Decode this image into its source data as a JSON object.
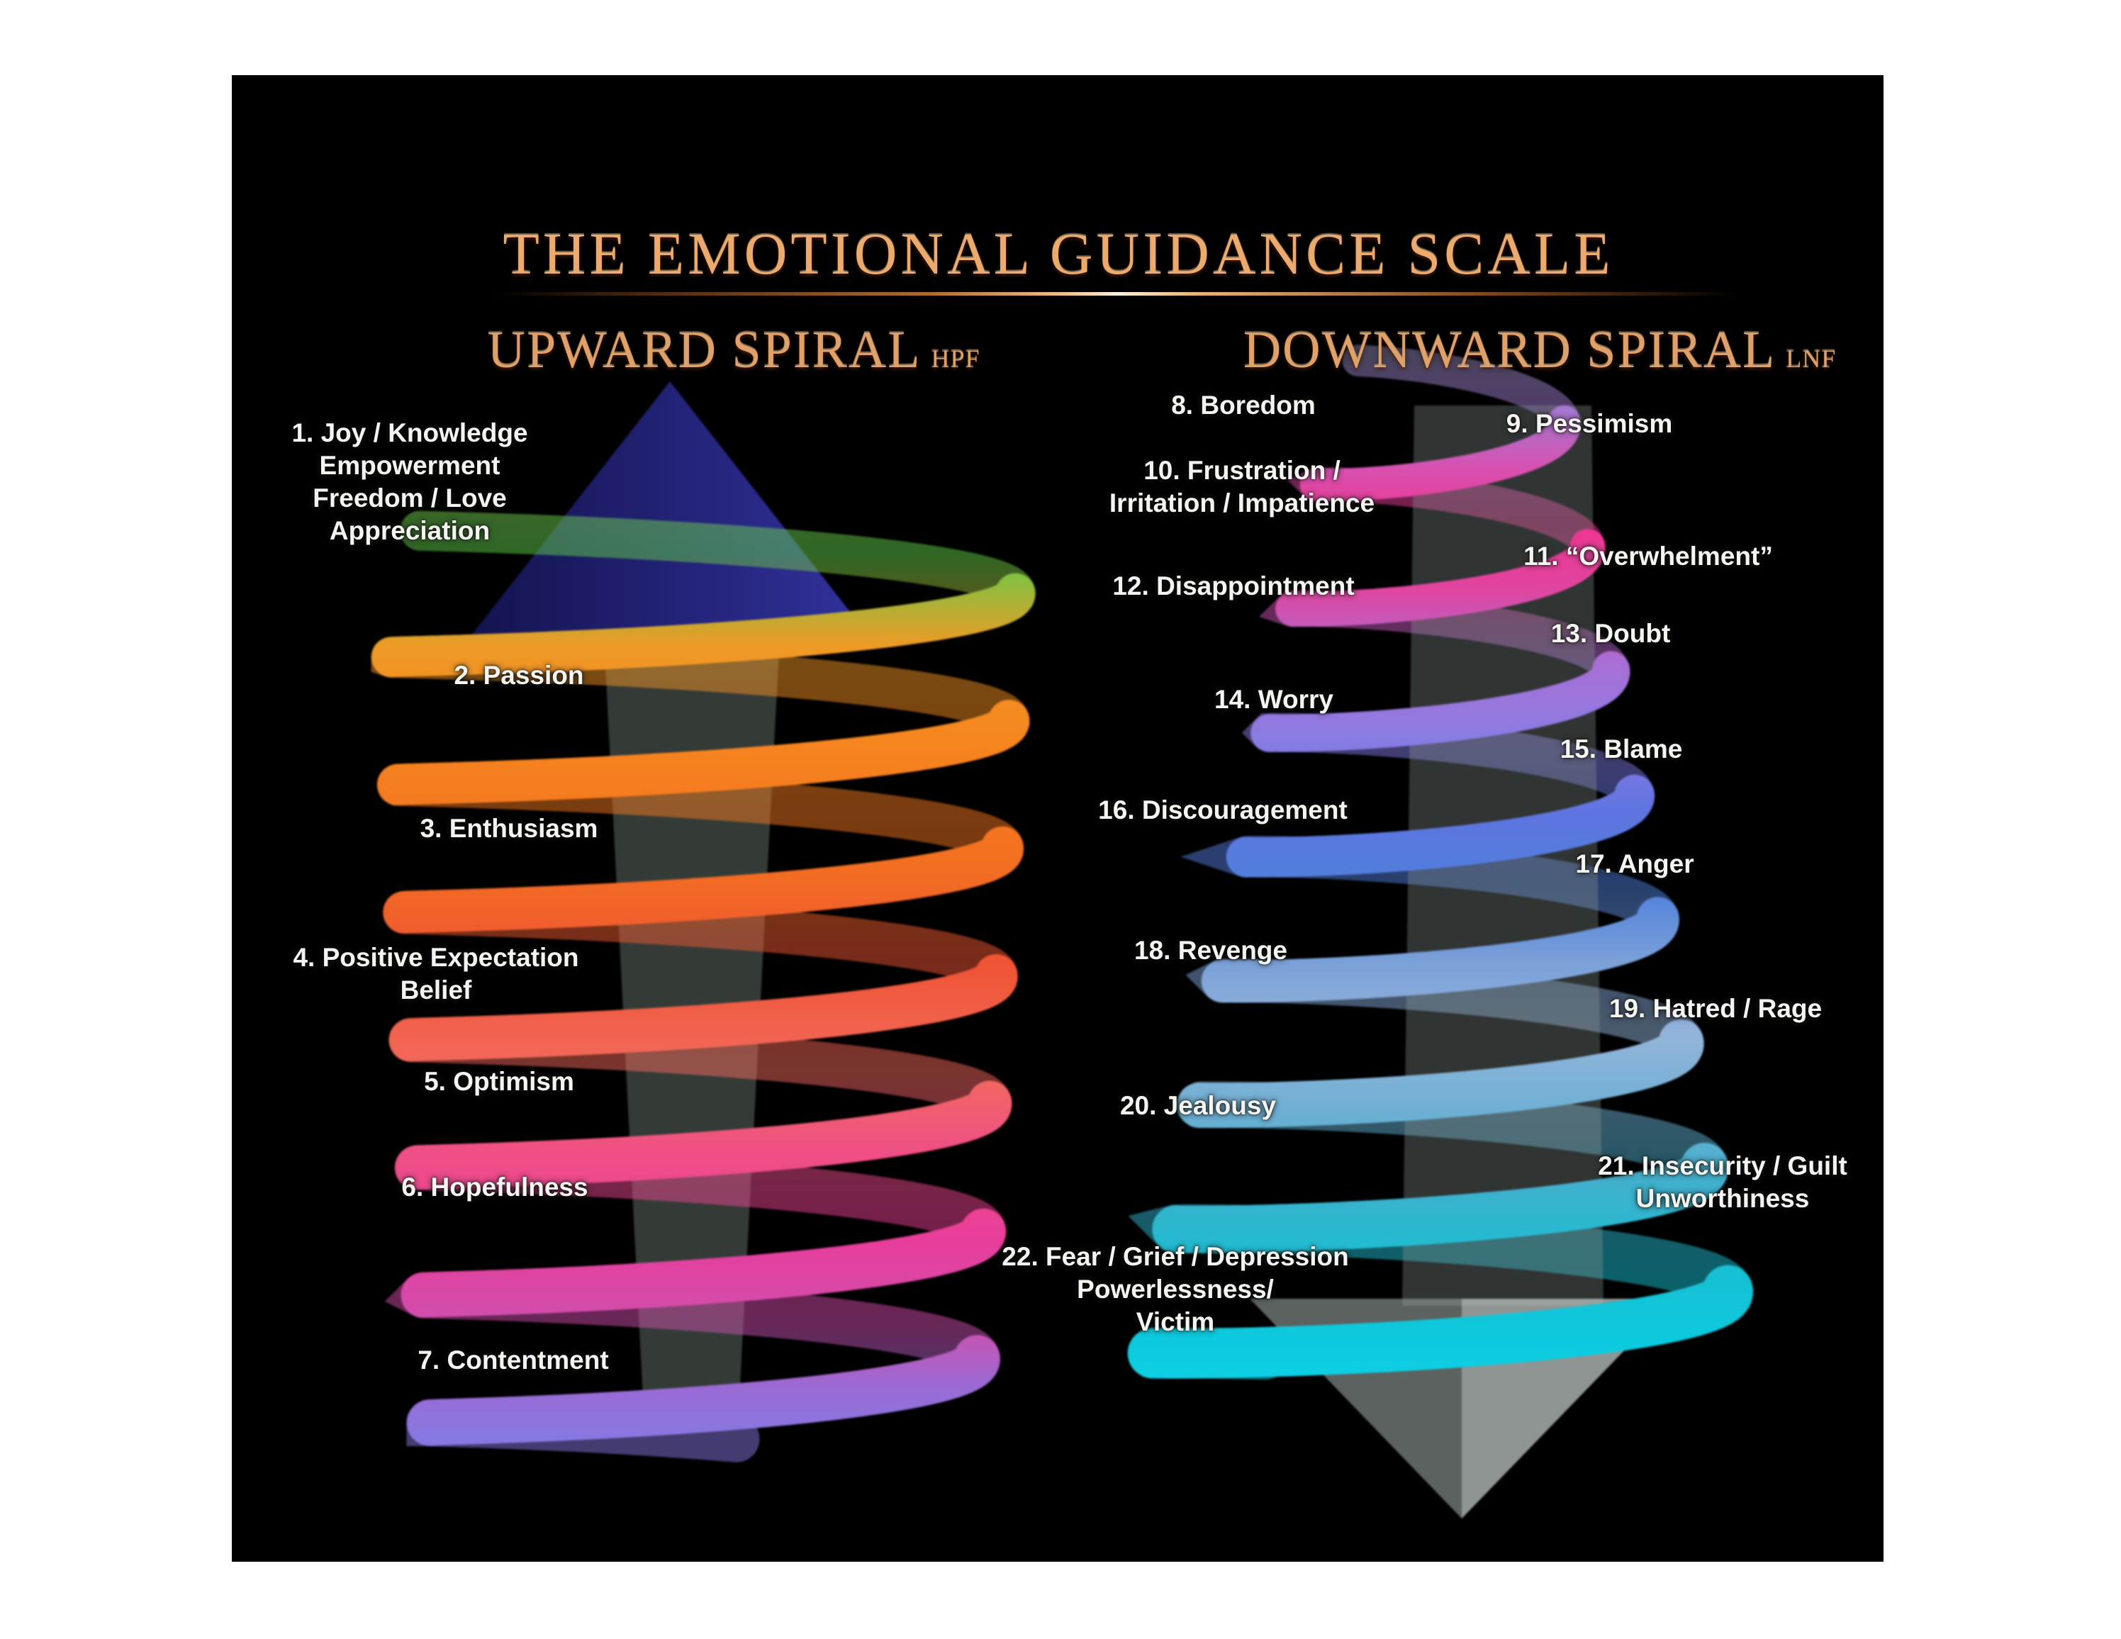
{
  "title": "THE EMOTIONAL GUIDANCE SCALE",
  "columns": {
    "upward": {
      "heading": "UPWARD SPIRAL",
      "tag": "HPF"
    },
    "downward": {
      "heading": "DOWNWARD SPIRAL",
      "tag": "LNF"
    }
  },
  "up": [
    {
      "lines": [
        "1. Joy / Knowledge",
        "Empowerment",
        "Freedom / Love",
        "Appreciation"
      ]
    },
    {
      "lines": [
        "2. Passion"
      ]
    },
    {
      "lines": [
        "3. Enthusiasm"
      ]
    },
    {
      "lines": [
        "4. Positive Expectation",
        "Belief"
      ]
    },
    {
      "lines": [
        "5. Optimism"
      ]
    },
    {
      "lines": [
        "6. Hopefulness"
      ]
    },
    {
      "lines": [
        "7. Contentment"
      ]
    }
  ],
  "down": [
    {
      "lines": [
        "8. Boredom"
      ]
    },
    {
      "lines": [
        "9. Pessimism"
      ]
    },
    {
      "lines": [
        "10. Frustration /",
        "Irritation / Impatience"
      ]
    },
    {
      "lines": [
        "11. “Overwhelment”"
      ]
    },
    {
      "lines": [
        "12. Disappointment"
      ]
    },
    {
      "lines": [
        "13. Doubt"
      ]
    },
    {
      "lines": [
        "14. Worry"
      ]
    },
    {
      "lines": [
        "15. Blame"
      ]
    },
    {
      "lines": [
        "16. Discouragement"
      ]
    },
    {
      "lines": [
        "17. Anger"
      ]
    },
    {
      "lines": [
        "18. Revenge"
      ]
    },
    {
      "lines": [
        "19. Hatred / Rage"
      ]
    },
    {
      "lines": [
        "20. Jealousy"
      ]
    },
    {
      "lines": [
        "21. Insecurity / Guilt",
        "Unworthiness"
      ]
    },
    {
      "lines": [
        "22. Fear / Grief / Depression",
        "Powerlessness/",
        "Victim"
      ]
    }
  ],
  "colors": {
    "page_background": "#ffffff",
    "panel_background": "#000000",
    "title_text": "#edaa6d",
    "heading_text": "#e0a168",
    "label_text": "#f4f4f0",
    "upward_ribbon": [
      {
        "o": 0.0,
        "c": "#e6e890"
      },
      {
        "o": 0.05,
        "c": "#cfe07a"
      },
      {
        "o": 0.1,
        "c": "#7ecf52"
      },
      {
        "o": 0.16,
        "c": "#5ece4a"
      },
      {
        "o": 0.25,
        "c": "#ef9a26"
      },
      {
        "o": 0.33,
        "c": "#f6871f"
      },
      {
        "o": 0.45,
        "c": "#f3701f"
      },
      {
        "o": 0.55,
        "c": "#ef5435"
      },
      {
        "o": 0.65,
        "c": "#f26a5c"
      },
      {
        "o": 0.73,
        "c": "#ef4f86"
      },
      {
        "o": 0.81,
        "c": "#e93d9a"
      },
      {
        "o": 0.89,
        "c": "#cf4fae"
      },
      {
        "o": 0.95,
        "c": "#9a6ad4"
      },
      {
        "o": 1.0,
        "c": "#8878e2"
      }
    ],
    "downward_ribbon": [
      {
        "o": 0.0,
        "c": "#9a90c4"
      },
      {
        "o": 0.05,
        "c": "#a379d2"
      },
      {
        "o": 0.11,
        "c": "#d94fae"
      },
      {
        "o": 0.16,
        "c": "#ef3591"
      },
      {
        "o": 0.22,
        "c": "#e0459f"
      },
      {
        "o": 0.29,
        "c": "#a86fd6"
      },
      {
        "o": 0.36,
        "c": "#8a7ce2"
      },
      {
        "o": 0.43,
        "c": "#5f74e0"
      },
      {
        "o": 0.5,
        "c": "#4f80dc"
      },
      {
        "o": 0.57,
        "c": "#7aa0d8"
      },
      {
        "o": 0.64,
        "c": "#93b4da"
      },
      {
        "o": 0.71,
        "c": "#6fb0d4"
      },
      {
        "o": 0.78,
        "c": "#3fb0cd"
      },
      {
        "o": 0.86,
        "c": "#18bfd2"
      },
      {
        "o": 0.93,
        "c": "#0ccade"
      },
      {
        "o": 1.0,
        "c": "#12d4ea"
      }
    ],
    "up_arrow": {
      "head_dark": "#141452",
      "head_light": "#3434a6",
      "shaft": "#8a9a90"
    },
    "down_arrow": {
      "head": "#9aa3a0",
      "head_highlight": "#cdd4d0",
      "shaft": "#8e9896"
    }
  }
}
